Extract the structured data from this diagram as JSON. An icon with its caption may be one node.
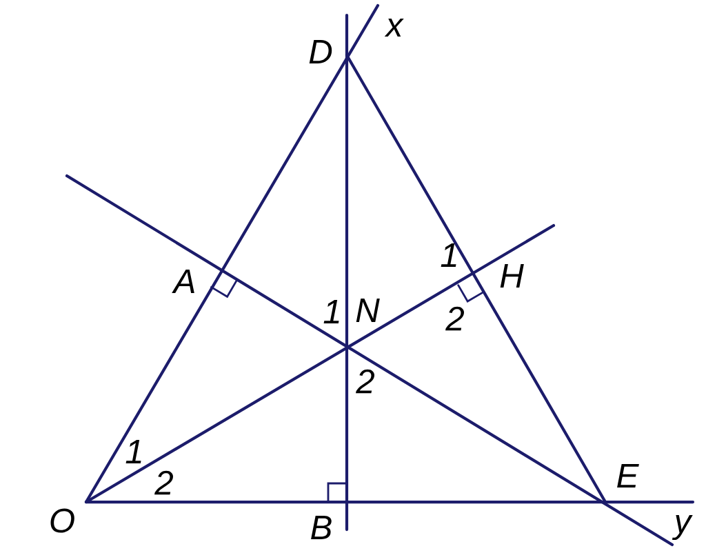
{
  "diagram": {
    "labels": [
      "x",
      "D",
      "1",
      "A",
      "H",
      "1",
      "N",
      "2",
      "2",
      "1",
      "2",
      "E",
      "O",
      "B",
      "y"
    ]
  }
}
